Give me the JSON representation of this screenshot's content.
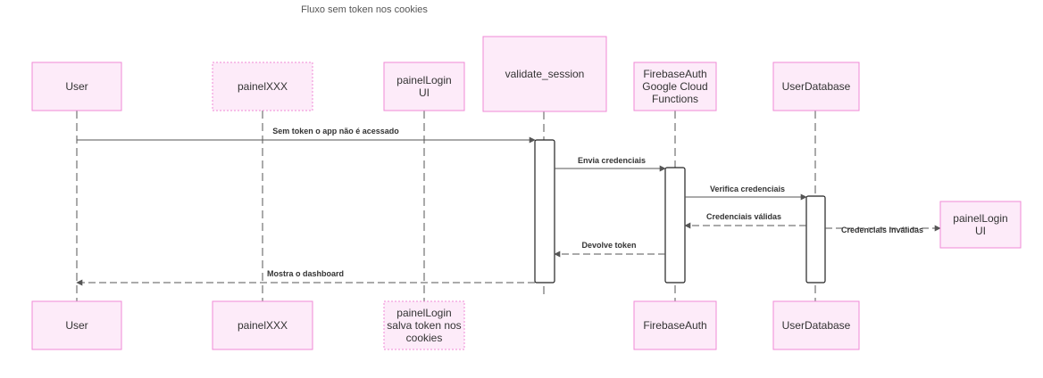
{
  "title": "Fluxo sem token nos cookies",
  "colors": {
    "box_fill": "#fdebf9",
    "box_stroke": "#f08ad6",
    "line": "#555555",
    "activation_fill": "#ffffff",
    "activation_stroke": "#222222"
  },
  "participants": [
    {
      "id": "user",
      "top": [
        "User"
      ],
      "bottom": [
        "User"
      ]
    },
    {
      "id": "painelxxx",
      "top": [
        "painelXXX"
      ],
      "bottom": [
        "painelXXX"
      ]
    },
    {
      "id": "painellogin",
      "top": [
        "painelLogin",
        "UI"
      ],
      "bottom": [
        "painelLogin",
        "salva token nos",
        "cookies"
      ]
    },
    {
      "id": "validate",
      "top": [
        "validate_session"
      ],
      "bottom": []
    },
    {
      "id": "firebase",
      "top": [
        "FirebaseAuth",
        "Google Cloud",
        "Functions"
      ],
      "bottom": [
        "FirebaseAuth"
      ]
    },
    {
      "id": "userdb",
      "top": [
        "UserDatabase"
      ],
      "bottom": [
        "UserDatabase"
      ]
    },
    {
      "id": "painellogin2",
      "top": [
        "painelLogin",
        "UI"
      ],
      "bottom": []
    }
  ],
  "messages": [
    {
      "from": "user",
      "to": "validate",
      "label": "Sem token o app não é acessado",
      "style": "solid"
    },
    {
      "from": "validate",
      "to": "firebase",
      "label": "Envia credenciais",
      "style": "solid"
    },
    {
      "from": "firebase",
      "to": "userdb",
      "label": "Verifica credenciais",
      "style": "solid"
    },
    {
      "from": "userdb",
      "to": "firebase",
      "label": "Credenciais válidas",
      "style": "dashed"
    },
    {
      "from": "userdb",
      "to": "painellogin2",
      "label": "Credenciais inválidas",
      "style": "dashed"
    },
    {
      "from": "firebase",
      "to": "validate",
      "label": "Devolve token",
      "style": "dashed"
    },
    {
      "from": "validate",
      "to": "user",
      "label": "Mostra o dashboard",
      "style": "dashed"
    }
  ]
}
